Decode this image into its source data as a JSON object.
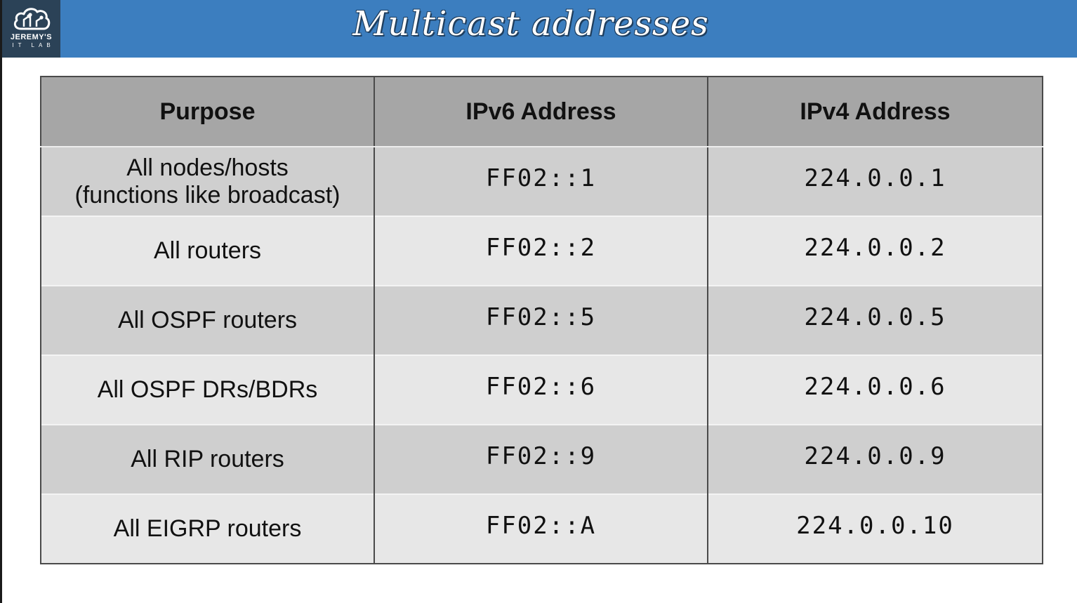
{
  "slide": {
    "title": "Multicast addresses",
    "logo": {
      "icon": "cloud-circuit-icon",
      "line1": "JEREMY'S",
      "line2": "IT LAB"
    },
    "colors": {
      "header_bar": "#3c7ebf",
      "logo_bg": "#2b4257",
      "table_header": "#a6a6a6",
      "row_dark": "#cfcfcf",
      "row_light": "#e7e7e7"
    }
  },
  "table": {
    "headers": [
      "Purpose",
      "IPv6 Address",
      "IPv4 Address"
    ],
    "rows": [
      {
        "purpose_line1": "All nodes/hosts",
        "purpose_line2": "(functions like broadcast)",
        "ipv6": "FF02::1",
        "ipv4": "224.0.0.1"
      },
      {
        "purpose_line1": "All routers",
        "purpose_line2": "",
        "ipv6": "FF02::2",
        "ipv4": "224.0.0.2"
      },
      {
        "purpose_line1": "All OSPF routers",
        "purpose_line2": "",
        "ipv6": "FF02::5",
        "ipv4": "224.0.0.5"
      },
      {
        "purpose_line1": "All OSPF DRs/BDRs",
        "purpose_line2": "",
        "ipv6": "FF02::6",
        "ipv4": "224.0.0.6"
      },
      {
        "purpose_line1": "All RIP routers",
        "purpose_line2": "",
        "ipv6": "FF02::9",
        "ipv4": "224.0.0.9"
      },
      {
        "purpose_line1": "All EIGRP routers",
        "purpose_line2": "",
        "ipv6": "FF02::A",
        "ipv4": "224.0.0.10"
      }
    ]
  }
}
